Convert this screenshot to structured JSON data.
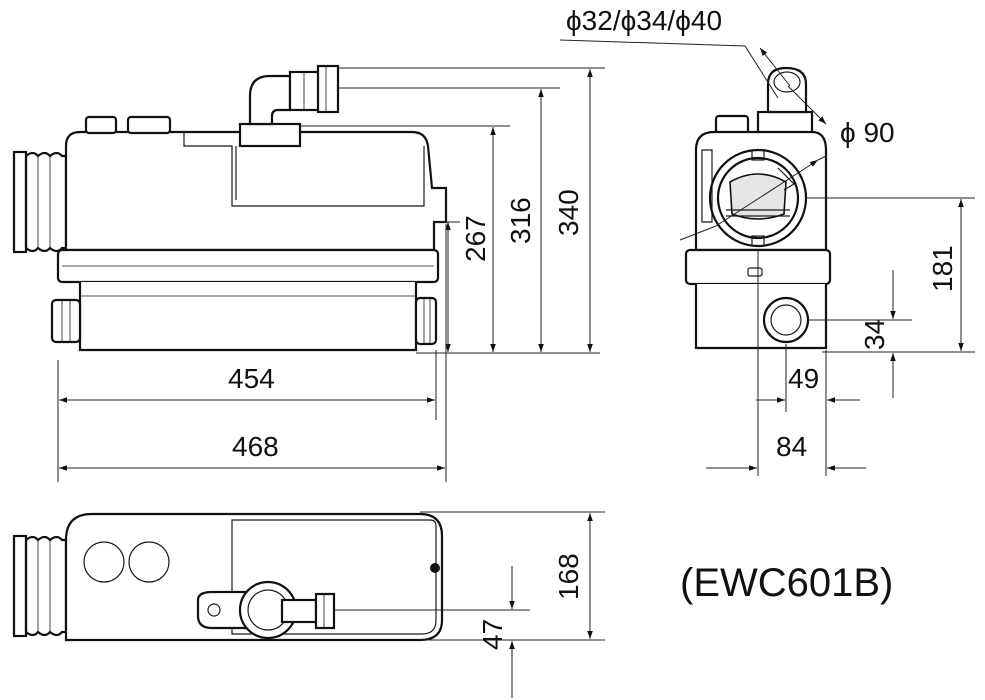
{
  "dimensions": {
    "d454": "454",
    "d468": "468",
    "d267": "267",
    "d316": "316",
    "d340": "340",
    "d181": "181",
    "d34": "34",
    "d49": "49",
    "d84": "84",
    "d168": "168",
    "d47": "47",
    "pipe_diameters": "ϕ32/ϕ34/ϕ40",
    "inlet_diameter": "ϕ 90"
  },
  "model_label": "(EWC601B)"
}
